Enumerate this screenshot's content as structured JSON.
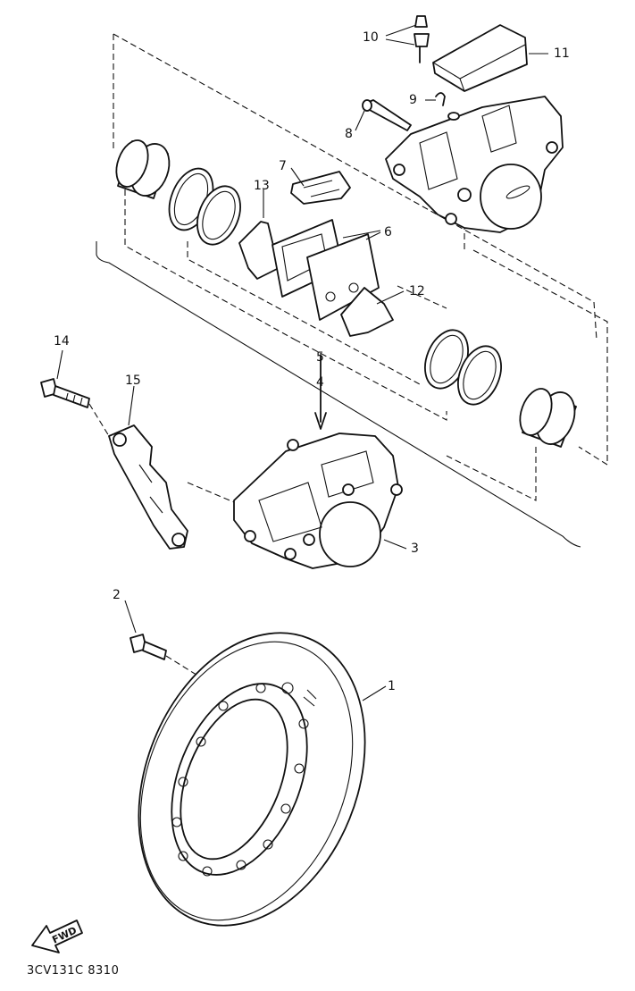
{
  "callouts": [
    {
      "id": "1",
      "text": "1"
    },
    {
      "id": "2",
      "text": "2"
    },
    {
      "id": "3",
      "text": "3"
    },
    {
      "id": "4",
      "text": "4"
    },
    {
      "id": "5",
      "text": "5"
    },
    {
      "id": "6",
      "text": "6"
    },
    {
      "id": "7",
      "text": "7"
    },
    {
      "id": "8",
      "text": "8"
    },
    {
      "id": "9",
      "text": "9"
    },
    {
      "id": "10",
      "text": "10"
    },
    {
      "id": "11",
      "text": "11"
    },
    {
      "id": "12",
      "text": "12"
    },
    {
      "id": "13",
      "text": "13"
    },
    {
      "id": "14",
      "text": "14"
    },
    {
      "id": "15",
      "text": "15"
    }
  ],
  "fwd_label": "FWD",
  "drawing_code": "3CV131C 8310"
}
